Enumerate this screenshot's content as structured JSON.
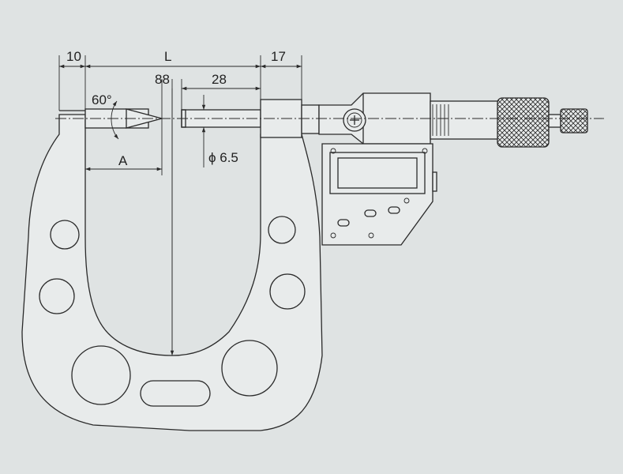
{
  "dimensions": {
    "left_offset": "10",
    "length": "L",
    "tip_to_frame": "88",
    "spindle_length": "28",
    "right_offset": "17",
    "tip_angle": "60°",
    "anvil_depth": "A",
    "spindle_diameter": "ϕ 6.5"
  },
  "colors": {
    "paper": "#dfe3e3",
    "ink": "#2a2a2a"
  }
}
